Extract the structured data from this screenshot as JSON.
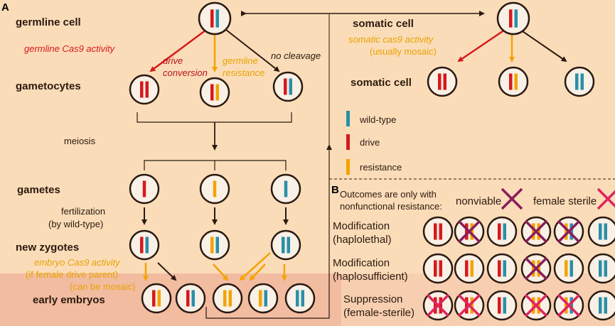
{
  "panel_a": {
    "label": "A",
    "germline_cell": "germline cell",
    "germline_cas9": "germline Cas9 activity",
    "drive_conversion": [
      "drive",
      "conversion"
    ],
    "germline_resistance": [
      "germline",
      "resistance"
    ],
    "no_cleavage": "no cleavage",
    "gametocytes": "gametocytes",
    "meiosis": "meiosis",
    "gametes": "gametes",
    "fertilization": [
      "fertilization",
      "(by wild-type)"
    ],
    "new_zygotes": "new zygotes",
    "embryo_cas9": [
      "embryo Cas9 activity",
      "(if female drive parent)",
      "(can be mosaic)"
    ],
    "early_embryos": "early embryos",
    "somatic_cell_top": "somatic cell",
    "somatic_cas9": [
      "somatic cas9 activity",
      "(usually mosaic)"
    ],
    "somatic_cell_mid": "somatic cell"
  },
  "legend": {
    "items": [
      {
        "label": "wild-type",
        "color": "#2a8fa8"
      },
      {
        "label": "drive",
        "color": "#d7191c"
      },
      {
        "label": "resistance",
        "color": "#f4a300"
      }
    ]
  },
  "panel_b": {
    "label": "B",
    "header": [
      "Outcomes are only with",
      "nonfunctional resistance:"
    ],
    "nonviable": "nonviable",
    "female_sterile": "female sterile",
    "rows": [
      {
        "label": [
          "Modification",
          "(haplolethal)"
        ]
      },
      {
        "label": [
          "Modification",
          "(haplosufficient)"
        ]
      },
      {
        "label": [
          "Suppression",
          "(female-sterile)"
        ]
      }
    ]
  },
  "colors": {
    "wild_type": "#2a8fa8",
    "drive": "#d7191c",
    "resistance": "#f4a300",
    "red_text": "#d7191c",
    "orange_text": "#e8a200",
    "nonviable_x": "#8b1c5a",
    "sterile_x": "#e0245e",
    "background": "#fbdcb8"
  }
}
